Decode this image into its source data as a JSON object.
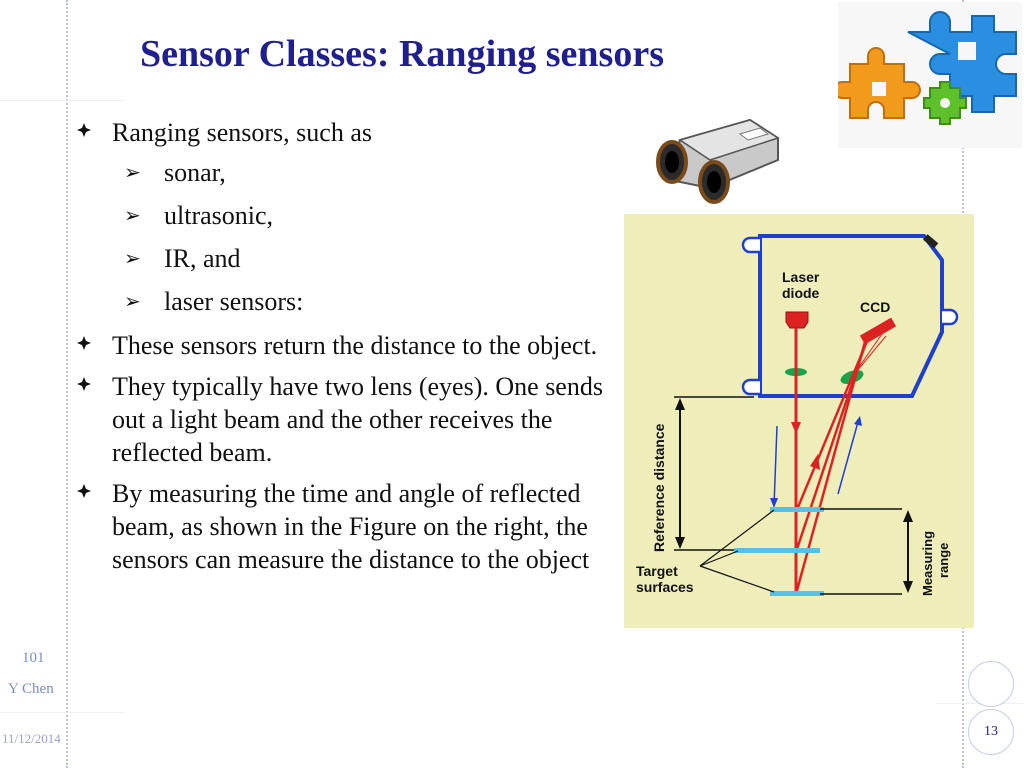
{
  "slide": {
    "title": "Sensor Classes: Ranging sensors",
    "bullets": [
      {
        "text": "Ranging sensors, such as",
        "sub": [
          "sonar,",
          "ultrasonic,",
          "IR, and",
          "laser sensors:"
        ]
      },
      {
        "text": "These sensors return the distance to the object."
      },
      {
        "text": "They typically have two lens (eyes). One sends out a light beam and the other receives the reflected beam."
      },
      {
        "text": "By measuring the time and angle of reflected beam, as shown in the Figure on the right, the sensors can measure the distance to the object"
      }
    ]
  },
  "figure": {
    "laser_label_1": "Laser",
    "laser_label_2": "diode",
    "ccd_label": "CCD",
    "reference_label": "Reference distance",
    "measuring_label_1": "Measuring",
    "measuring_label_2": "range",
    "target_label_1": "Target",
    "target_label_2": "surfaces",
    "colors": {
      "background": "#efeebb",
      "housing": "#1f3fd0",
      "beam": "#dd2222",
      "lens": "#1aa34a",
      "surface": "#55c0e8"
    }
  },
  "footer": {
    "course": "101",
    "author": "Y Chen",
    "date": "11/12/2014",
    "page": "13"
  },
  "icons": [
    "diamond-bullet-icon",
    "arrow-bullet-icon",
    "puzzle-gears-icon",
    "ultrasonic-sensor-icon"
  ]
}
